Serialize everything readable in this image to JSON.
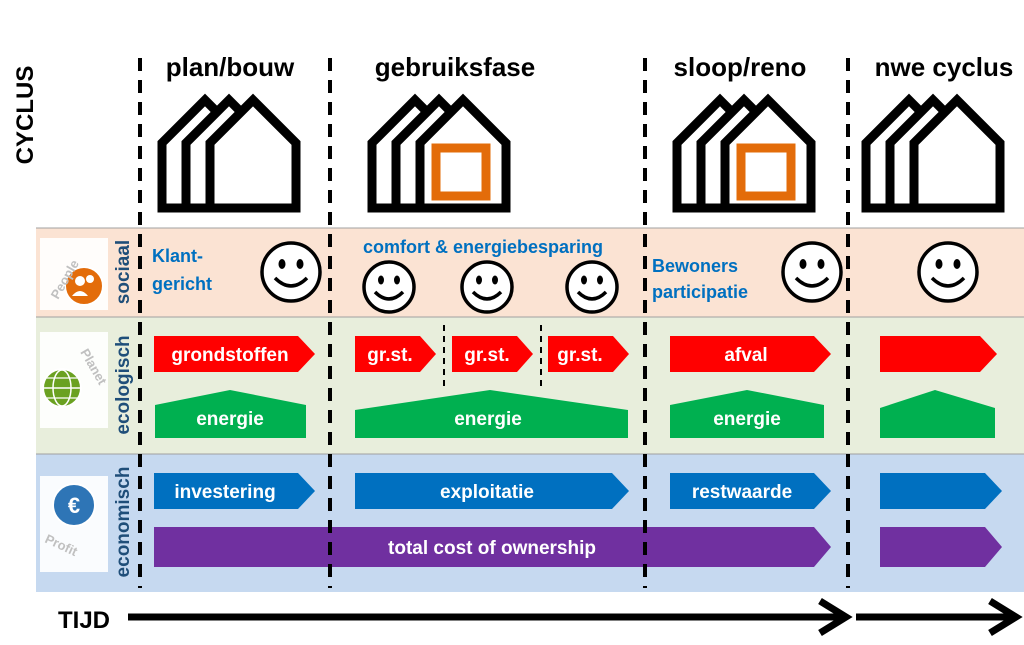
{
  "axis": {
    "vertical": "CYCLUS",
    "horizontal": "TIJD"
  },
  "phases": [
    "plan/bouw",
    "gebruiksfase",
    "sloop/reno",
    "nwe cyclus"
  ],
  "rows": {
    "social": {
      "side_label": "sociaal",
      "logo_text": "People",
      "texts": {
        "klant": [
          "Klant-",
          "gericht"
        ],
        "comfort": "comfort & energiebesparing",
        "bewoners": [
          "Bewoners",
          "participatie"
        ]
      }
    },
    "ecological": {
      "side_label": "ecologisch",
      "logo_text": "Planet",
      "labels": {
        "grondstoffen": "grondstoffen",
        "grst": "gr.st.",
        "afval": "afval",
        "energie": "energie"
      }
    },
    "economic": {
      "side_label": "economisch",
      "logo_text": "Profit",
      "labels": {
        "investering": "investering",
        "exploitatie": "exploitatie",
        "restwaarde": "restwaarde",
        "tco": "total cost of ownership"
      }
    }
  },
  "colors": {
    "social_band": "#fbe3d3",
    "eco_band": "#e8eedc",
    "econ_band": "#c6d9f0",
    "red": "#ff0000",
    "green": "#00b050",
    "blue": "#0070c0",
    "purple": "#7030a0",
    "orange": "#e36c0a",
    "text_blue": "#0070c0"
  }
}
